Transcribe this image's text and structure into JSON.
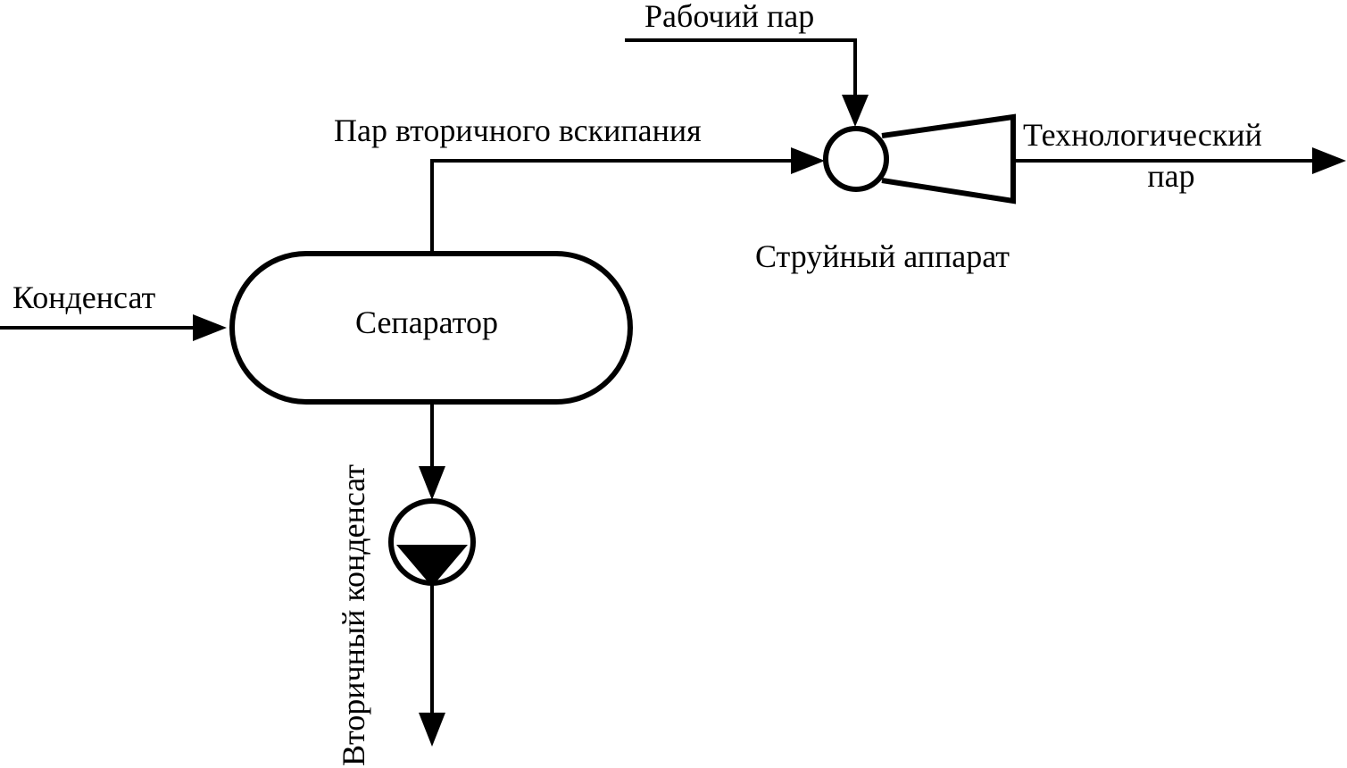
{
  "labels": {
    "working_steam": "Рабочий пар",
    "flash_steam": "Пар вторичного вскипания",
    "process_steam_line1": "Технологический",
    "process_steam_line2": "пар",
    "jet_apparatus": "Струйный аппарат",
    "condensate": "Конденсат",
    "separator": "Сепаратор",
    "secondary_condensate": "Вторичный конденсат"
  },
  "colors": {
    "stroke": "#000000",
    "background": "#ffffff"
  }
}
